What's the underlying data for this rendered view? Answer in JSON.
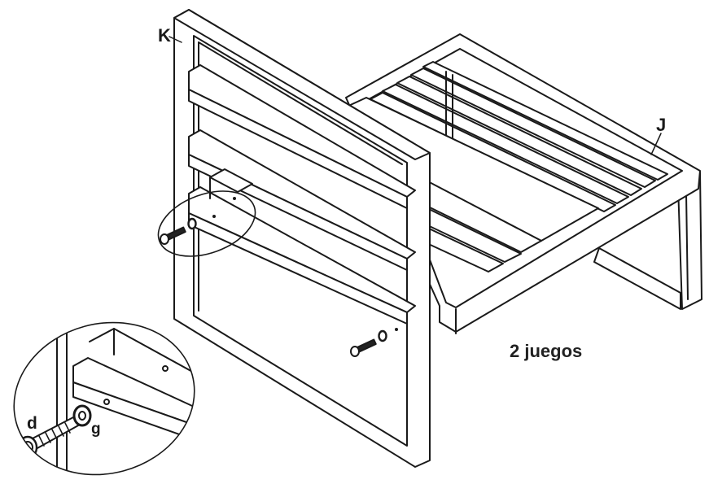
{
  "labels": {
    "part_k": "K",
    "part_j": "J",
    "screw": "d",
    "washer": "g"
  },
  "quantity_text": "2 juegos",
  "colors": {
    "line": "#1a1a1a",
    "fill": "#ffffff"
  },
  "icons": {
    "screw": "bolt-icon",
    "washer": "washer-icon"
  }
}
